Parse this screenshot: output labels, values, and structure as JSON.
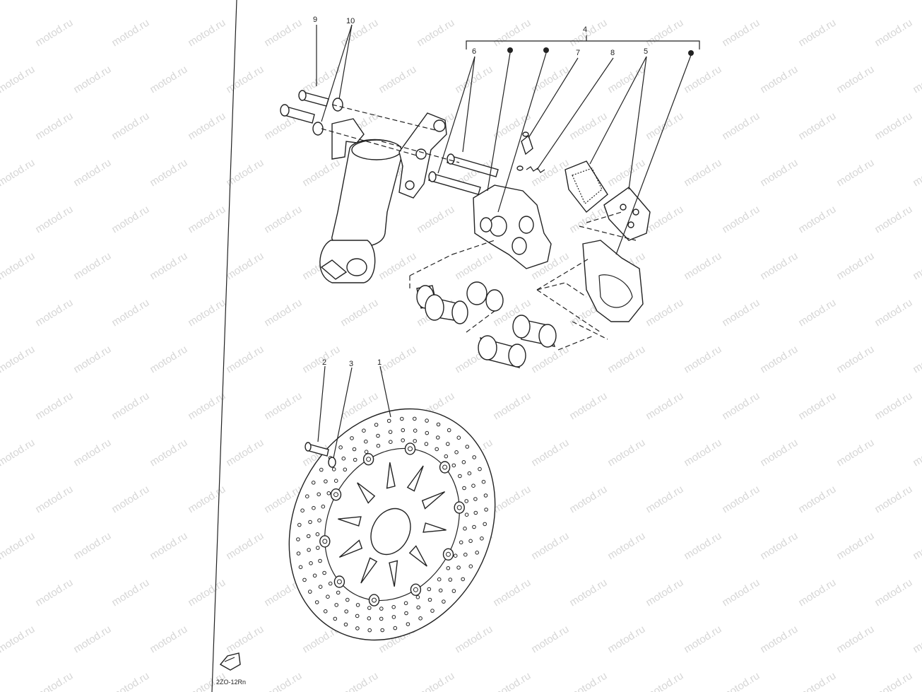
{
  "watermark": "motod.ru",
  "callouts": [
    "1",
    "2",
    "3",
    "4",
    "5",
    "6",
    "7",
    "8",
    "9",
    "10"
  ],
  "footer_code": "2ZO-12Rn",
  "colors": {
    "ink": "#222222",
    "watermark": "#d6d6d6",
    "background": "#ffffff"
  }
}
